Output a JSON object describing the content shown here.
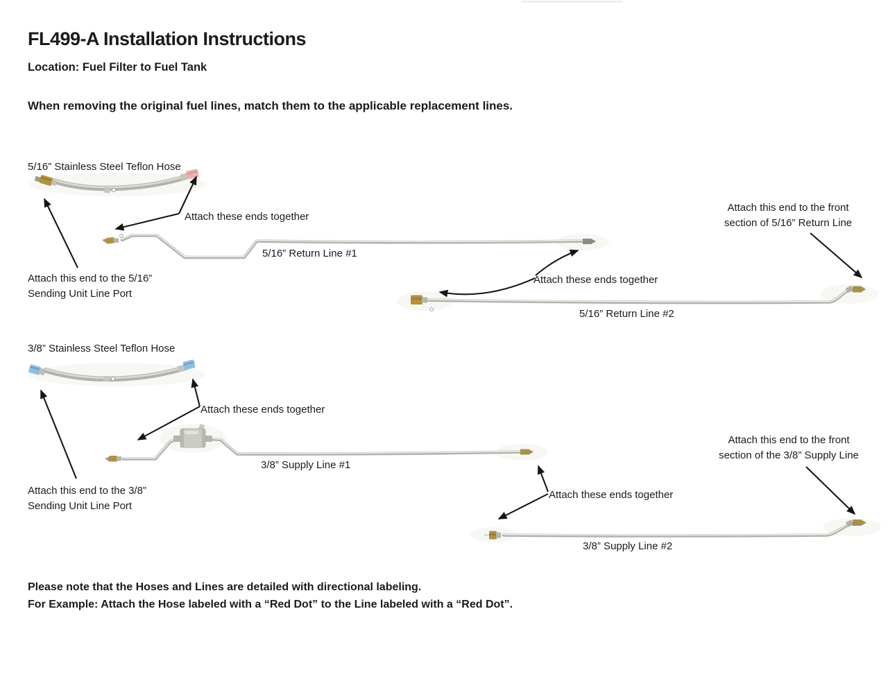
{
  "document": {
    "title": "FL499-A Installation Instructions",
    "location_line": "Location: Fuel Filter to Fuel Tank",
    "intro_line": "When removing the original fuel lines, match them to the applicable replacement lines.",
    "footer_line1": "Please note that the Hoses and Lines are detailed with directional labeling.",
    "footer_line2": "For Example: Attach the Hose labeled with a “Red Dot” to the Line labeled with a “Red Dot”."
  },
  "section_516": {
    "hose_label": "5/16” Stainless Steel Teflon Hose",
    "attach_hose_to_line1": "Attach these ends together",
    "line1_label": "5/16” Return Line #1",
    "attach_line1_to_line2": "Attach these ends together",
    "line2_label": "5/16” Return Line #2",
    "sending_unit_note": "Attach this end to the 5/16”\nSending Unit Line Port",
    "front_section_note": "Attach this end to the front\nsection of 5/16” Return Line"
  },
  "section_38": {
    "hose_label": "3/8” Stainless Steel Teflon Hose",
    "attach_hose_to_line1": "Attach these ends together",
    "line1_label": "3/8” Supply Line #1",
    "attach_line1_to_line2": "Attach these ends together",
    "line2_label": "3/8” Supply Line #2",
    "sending_unit_note": "Attach this end to the 3/8”\nSending Unit Line Port",
    "front_section_note": "Attach this end to the front\nsection of the 3/8” Supply Line"
  },
  "colors": {
    "text": "#1b1b1b",
    "tube_gray": "#b3b3ac",
    "brass_fitting": "#b2913f",
    "pink_fitting": "#e9b3a9",
    "blue_fitting": "#8cc0de",
    "arrow_black": "#161616"
  }
}
